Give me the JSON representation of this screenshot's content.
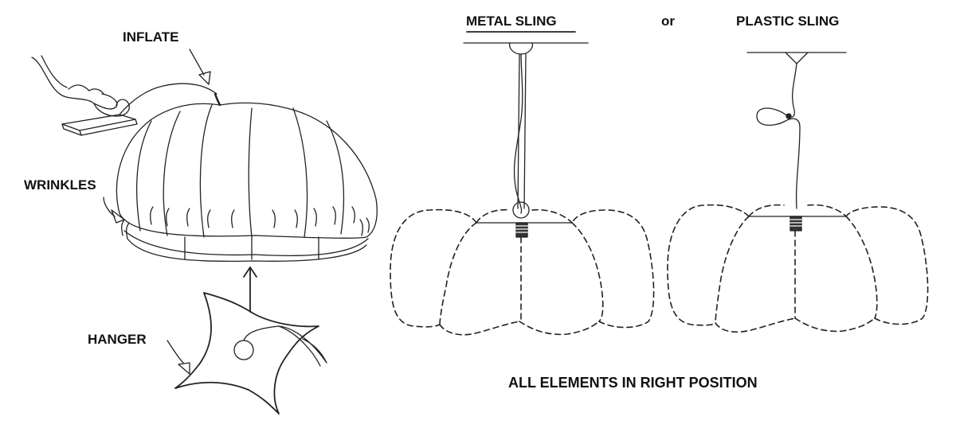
{
  "labels": {
    "inflate": "INFLATE",
    "wrinkles": "WRINKLES",
    "hanger": "HANGER",
    "metal_sling": "METAL SLING",
    "or": "or",
    "plastic_sling": "PLASTIC SLING",
    "caption": "ALL ELEMENTS IN RIGHT POSITION"
  }
}
